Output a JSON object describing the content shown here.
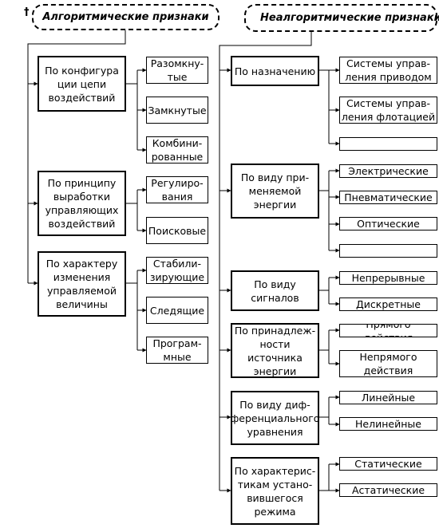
{
  "header": {
    "left_marker": "†",
    "algorithmic": "Алгоритмические признаки",
    "nonalgorithmic": "Неалгоритмические признаки"
  },
  "left": {
    "groups": [
      {
        "label": "По конфигура\nции цепи\nвоздействий",
        "items": [
          "Разомкну-\nтые",
          "Замкнутые",
          "Комбини-\nрованные"
        ]
      },
      {
        "label": "По принципу\nвыработки\nуправляющих\nвоздействий",
        "items": [
          "Регулиро-\nвания",
          "Поисковые"
        ]
      },
      {
        "label": "По характеру\nизменения\nуправляемой\nвеличины",
        "items": [
          "Стабили-\nзирующие",
          "Следящие",
          "Програм-\nмные"
        ]
      }
    ]
  },
  "right": {
    "groups": [
      {
        "label": "По назначению",
        "items": [
          "Системы управ-\nления приводом",
          "Системы управ-\nления флотацией",
          ""
        ]
      },
      {
        "label": "По виду при-\nменяемой\nэнергии",
        "items": [
          "Электрические",
          "Пневматические",
          "Оптические",
          ""
        ]
      },
      {
        "label": "По виду\nсигналов",
        "items": [
          "Непрерывные",
          "Дискретные"
        ]
      },
      {
        "label": "По принадлеж-\nности источника\nэнергии",
        "items": [
          "Прямого действия",
          "Непрямого\nдействия"
        ]
      },
      {
        "label": "По виду диф-\nференциального\nуравнения",
        "items": [
          "Линейные",
          "Нелинейные"
        ]
      },
      {
        "label": "По характерис-\nтикам устано-\nвившегося\nрежима",
        "items": [
          "Статические",
          "Астатические"
        ]
      }
    ]
  }
}
